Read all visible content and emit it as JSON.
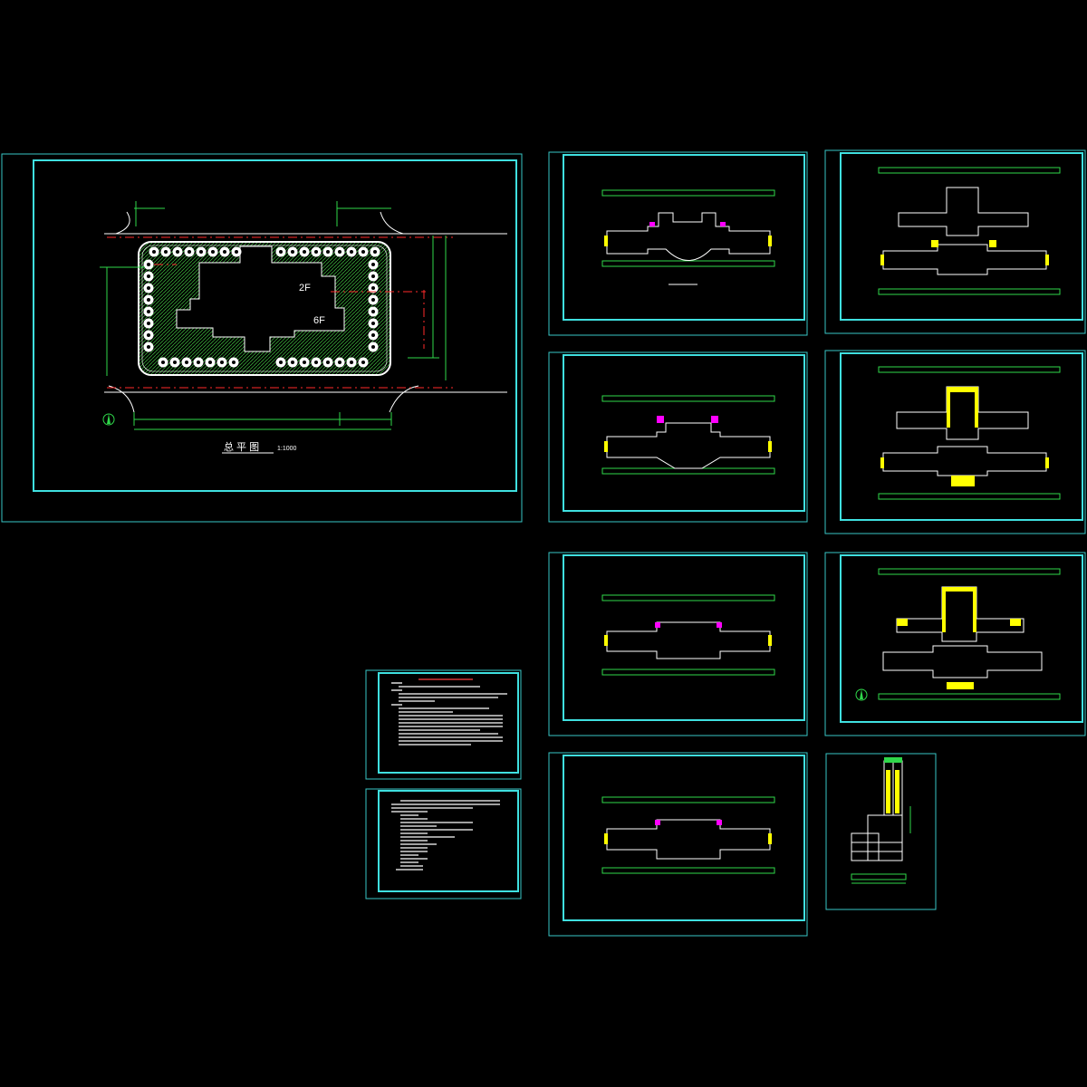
{
  "site_plan": {
    "title": "总 平 图",
    "scale": "1:1000",
    "labels": {
      "low_block": "2F",
      "high_block": "6F"
    }
  },
  "colors": {
    "background": "#000000",
    "frame": "#3fe0e0",
    "dimension": "#2fd84a",
    "redline": "#ff2a2a",
    "wall": "#ffffff",
    "stair": "#ffff00",
    "toilet": "#ff00ff"
  },
  "icons": [
    "north-arrow-icon"
  ]
}
